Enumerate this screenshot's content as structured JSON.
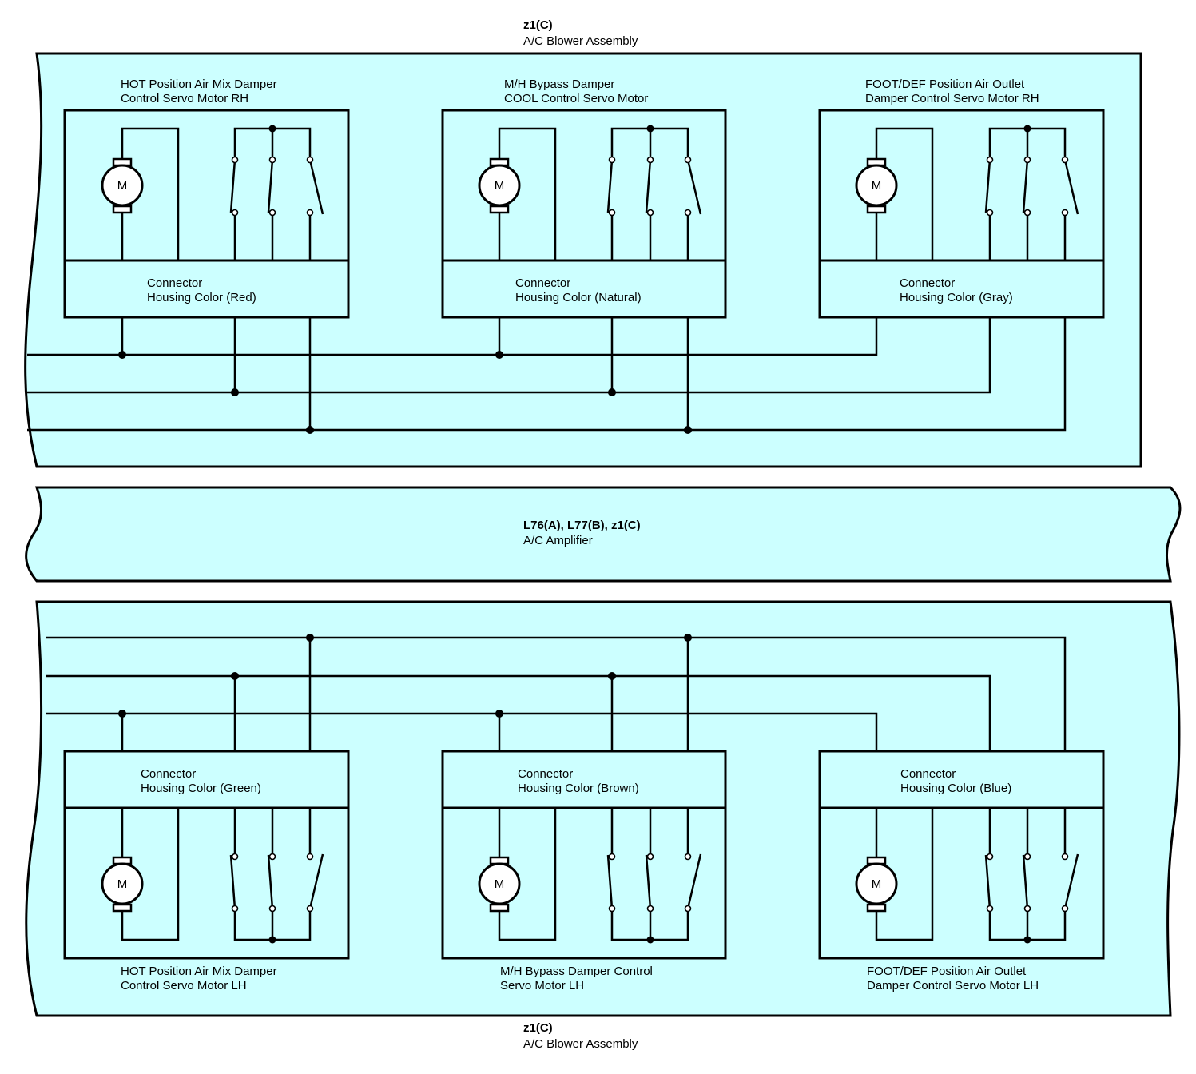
{
  "top_assembly": {
    "code": "z1(C)",
    "name": "A/C Blower Assembly"
  },
  "amplifier": {
    "code": "L76(A), L77(B), z1(C)",
    "name": "A/C Amplifier"
  },
  "bottom_assembly": {
    "code": "z1(C)",
    "name": "A/C Blower Assembly"
  },
  "motor_symbol": "M",
  "colors": {
    "panel_fill": "#ccffff",
    "line": "#000000"
  },
  "top_motors": [
    {
      "title_line1": "HOT Position Air Mix Damper",
      "title_line2": "Control Servo Motor RH",
      "connector_line1": "Connector",
      "connector_line2": "Housing Color (Red)"
    },
    {
      "title_line1": "M/H Bypass Damper",
      "title_line2": "COOL Control Servo Motor",
      "connector_line1": "Connector",
      "connector_line2": "Housing Color (Natural)"
    },
    {
      "title_line1": "FOOT/DEF Position Air Outlet",
      "title_line2": "Damper Control Servo Motor RH",
      "connector_line1": "Connector",
      "connector_line2": "Housing Color (Gray)"
    }
  ],
  "bottom_motors": [
    {
      "title_line1": "HOT Position Air Mix Damper",
      "title_line2": "Control Servo Motor LH",
      "connector_line1": "Connector",
      "connector_line2": "Housing Color (Green)"
    },
    {
      "title_line1": "M/H Bypass Damper Control",
      "title_line2": "Servo Motor LH",
      "connector_line1": "Connector",
      "connector_line2": "Housing Color (Brown)"
    },
    {
      "title_line1": "FOOT/DEF Position Air Outlet",
      "title_line2": "Damper Control Servo Motor LH",
      "connector_line1": "Connector",
      "connector_line2": "Housing Color (Blue)"
    }
  ]
}
